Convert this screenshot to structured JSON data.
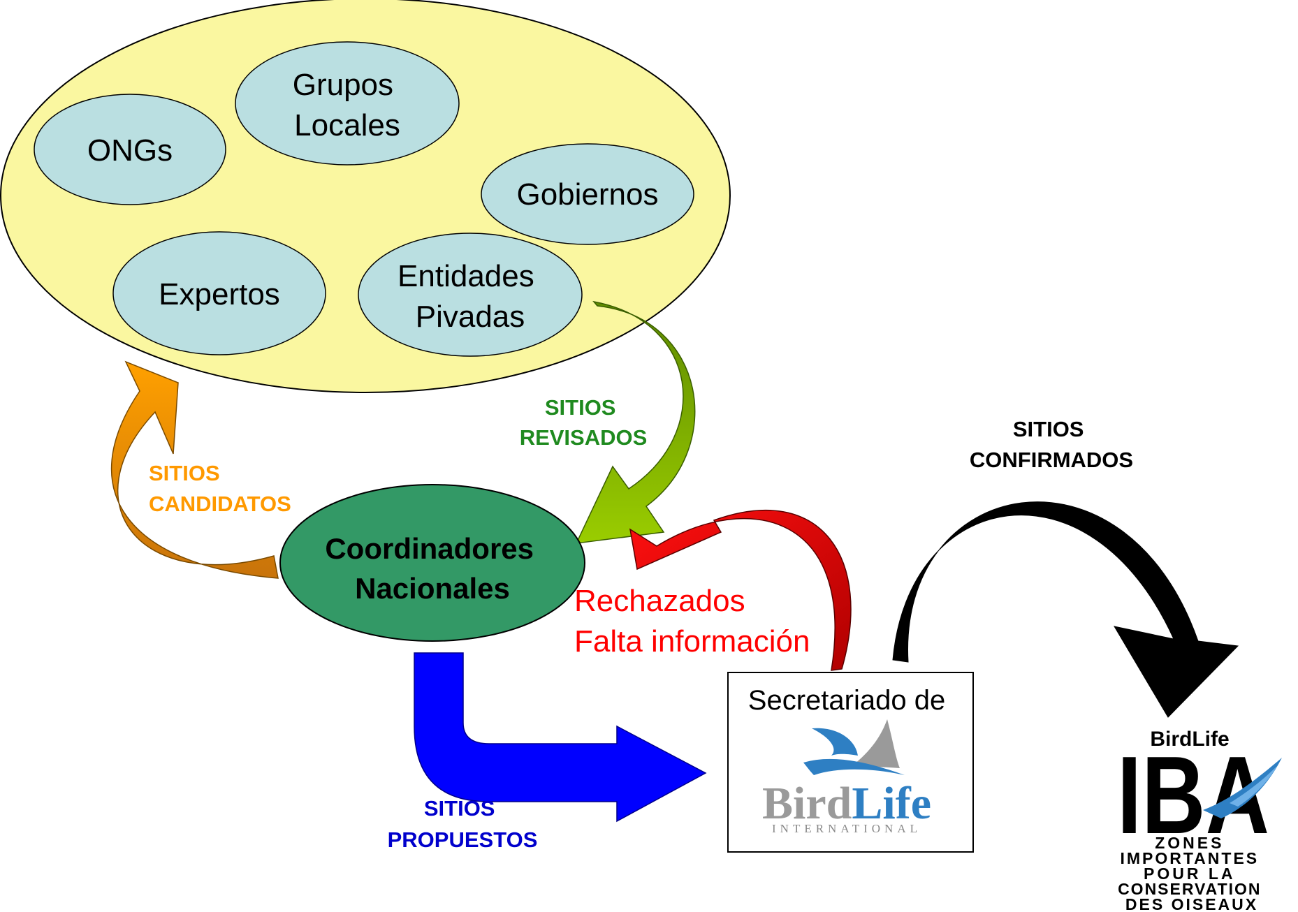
{
  "groups": {
    "ongs": "ONGs",
    "grupos_locales": [
      "Grupos",
      "Locales"
    ],
    "gobiernos": "Gobiernos",
    "expertos": "Expertos",
    "entidades": [
      "Entidades",
      "Pivadas"
    ]
  },
  "coordinadores": [
    "Coordinadores",
    "Nacionales"
  ],
  "labels": {
    "sitios_revisados": [
      "SITIOS",
      "REVISADOS"
    ],
    "sitios_candidatos": [
      "SITIOS",
      "CANDIDATOS"
    ],
    "sitios_confirmados": [
      "SITIOS",
      "CONFIRMADOS"
    ],
    "sitios_propuestos": [
      "SITIOS",
      "PROPUESTOS"
    ],
    "rechazados": [
      "Rechazados",
      "Falta información"
    ]
  },
  "secretariado": {
    "heading": "Secretariado de",
    "logo_word_bird": "Bird",
    "logo_word_life": "Life",
    "logo_sub": "INTERNATIONAL"
  },
  "iba_logo": {
    "brand": "BirdLife",
    "letters": "IBA",
    "lines": [
      "ZONES",
      "IMPORTANTES",
      "POUR LA",
      "CONSERVATION",
      "DES OISEAUX"
    ]
  },
  "colors": {
    "outer_ellipse": "#FAF7A0",
    "group_ellipse": "#BADFE1",
    "coordinadores": "#339966",
    "revisados": "#1F8A1F",
    "candidatos": "#FF9900",
    "rechazados": "#FF0000",
    "propuestos": "#0000FF",
    "confirmados": "#000000",
    "birdlife_blue": "#2E7FC3",
    "birdlife_grey": "#9A9A9A"
  }
}
